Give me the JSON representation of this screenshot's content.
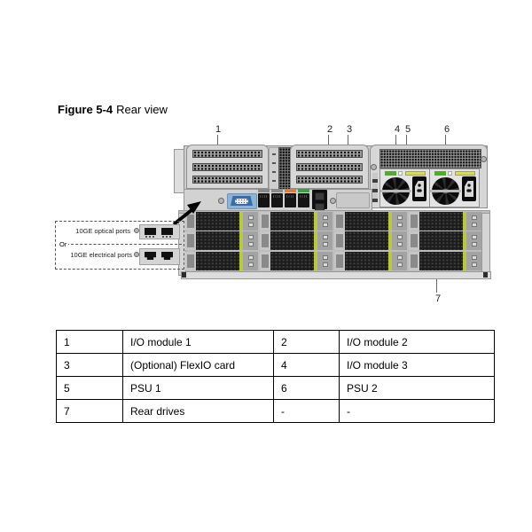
{
  "figure": {
    "label": "Figure 5-4",
    "title": "Rear view"
  },
  "callouts": [
    "1",
    "2",
    "3",
    "4",
    "5",
    "6",
    "7"
  ],
  "note": {
    "optical_label": "10GE optical ports",
    "or_label": "Or",
    "electrical_label": "10GE electrical ports"
  },
  "legend_table": {
    "rows": [
      [
        "1",
        "I/O module 1",
        "2",
        "I/O module 2"
      ],
      [
        "3",
        "(Optional) FlexIO card",
        "4",
        "I/O module 3"
      ],
      [
        "5",
        "PSU 1",
        "6",
        "PSU 2"
      ],
      [
        "7",
        "Rear drives",
        "-",
        "-"
      ]
    ]
  },
  "diagram": {
    "io_module_slots": 3,
    "drive_grid": {
      "rows": 3,
      "cols": 4
    },
    "colors": {
      "drive_stripe": "#b9c93c",
      "psu_label_green": "#4bb21e",
      "psu_handle_yellow": "#d9da58",
      "vga_blue": "#3a6ba8",
      "vga_bezel": "#8ab4d8",
      "port_label_orange": "#e07b39",
      "port_label_green": "#3d9e4a",
      "port_label_gray": "#8a8a8a"
    }
  }
}
